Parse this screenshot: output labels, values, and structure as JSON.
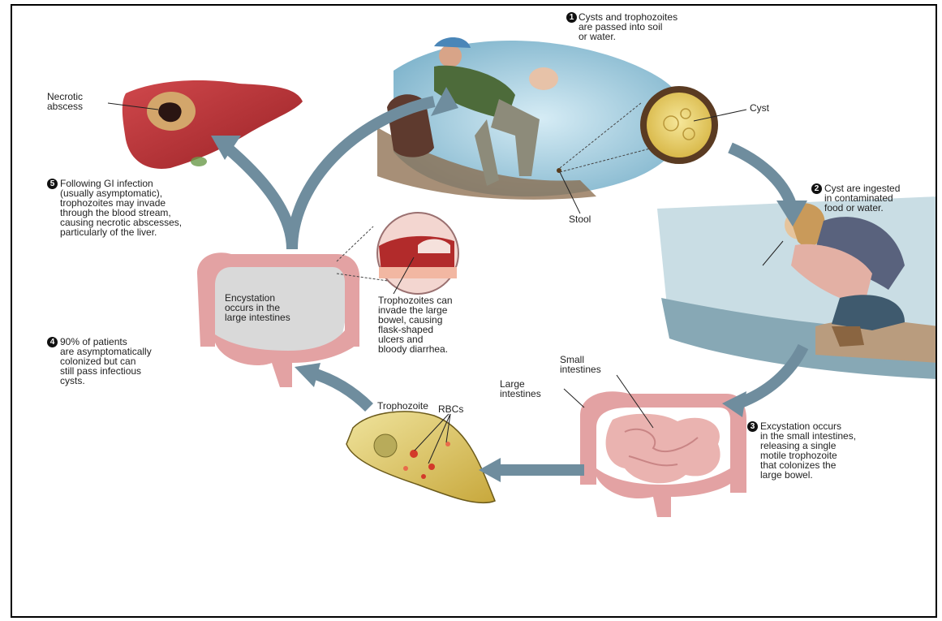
{
  "labels": {
    "necrotic_abscess": "Necrotic\nabscess",
    "cyst": "Cyst",
    "stool": "Stool",
    "encystation": "Encystation\noccurs in the\nlarge intestines",
    "trophozoites_invade": "Trophozoites can\ninvade the large\nbowel, causing\nflask-shaped\nulcers and\nbloody diarrhea.",
    "trophozoite": "Trophozoite",
    "rbcs": "RBCs",
    "small_intestines": "Small\nintestines",
    "large_intestines": "Large\nintestines"
  },
  "steps": [
    {
      "number": "1",
      "text": "Cysts and trophozoites\nare passed into soil\nor water."
    },
    {
      "number": "2",
      "text": "Cyst are ingested\nin contaminated\nfood or water."
    },
    {
      "number": "3",
      "text": "Excystation occurs\nin the small intestines,\nreleasing a single\nmotile trophozoite\nthat colonizes the\nlarge bowel."
    },
    {
      "number": "4",
      "text": "90% of patients\nare asymptomatically\ncolonized but can\nstill pass infectious\ncysts."
    },
    {
      "number": "5",
      "text": "Following GI infection\n(usually asymptomatic),\ntrophozoites may invade\nthrough the blood stream,\ncausing necrotic abscesses,\nparticularly of the liver."
    }
  ],
  "colors": {
    "arrow": "#6f8d9e",
    "liver": "#b8343a",
    "intestine": "#e2a0a0",
    "cyst": "#e9cf6a",
    "trophozoite": "#d8c563"
  }
}
